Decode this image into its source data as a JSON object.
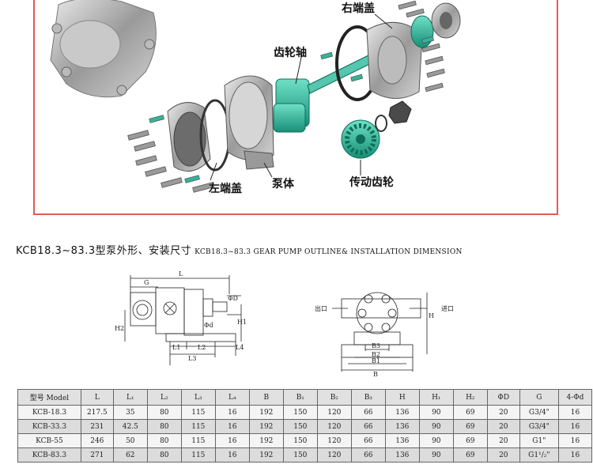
{
  "parts": {
    "right_cover": "右端盖",
    "gear_shaft": "齿轮轴",
    "left_cover": "左端盖",
    "pump_body": "泵体",
    "drive_gear": "传动齿轮"
  },
  "heading": {
    "cn": "KCB18.3~83.3型泵外形、安装尺寸",
    "en": "KCB18.3~83.3 GEAR PUMP OUTLINE& INSTALLATION DIMENSION"
  },
  "drawing_labels": {
    "G": "G",
    "L": "L",
    "phiD": "ΦD",
    "H1": "H1",
    "H2": "H2",
    "phid": "Φd",
    "L1": "L1",
    "L2": "L2",
    "L3": "L3",
    "L4": "L4",
    "outlet": "出口",
    "inlet": "进口",
    "H": "H",
    "B3": "B3",
    "B2": "B2",
    "B1": "B1",
    "B": "B"
  },
  "table": {
    "headers": [
      "型号 Model",
      "L",
      "L₁",
      "L₂",
      "L₃",
      "L₄",
      "B",
      "B₁",
      "B₂",
      "B₃",
      "H",
      "H₁",
      "H₂",
      "ΦD",
      "G",
      "4-Φd"
    ],
    "rows": [
      [
        "KCB-18.3",
        "217.5",
        "35",
        "80",
        "115",
        "16",
        "192",
        "150",
        "120",
        "66",
        "136",
        "90",
        "69",
        "20",
        "G3/4\"",
        "16"
      ],
      [
        "KCB-33.3",
        "231",
        "42.5",
        "80",
        "115",
        "16",
        "192",
        "150",
        "120",
        "66",
        "136",
        "90",
        "69",
        "20",
        "G3/4\"",
        "16"
      ],
      [
        "KCB-55",
        "246",
        "50",
        "80",
        "115",
        "16",
        "192",
        "150",
        "120",
        "66",
        "136",
        "90",
        "69",
        "20",
        "G1\"",
        "16"
      ],
      [
        "KCB-83.3",
        "271",
        "62",
        "80",
        "115",
        "16",
        "192",
        "150",
        "120",
        "66",
        "136",
        "90",
        "69",
        "20",
        "G1¹/₂\"",
        "16"
      ]
    ]
  },
  "colors": {
    "frame": "#e05a5a",
    "gear": "#2fb79a",
    "metal": "#a8a8a8"
  }
}
